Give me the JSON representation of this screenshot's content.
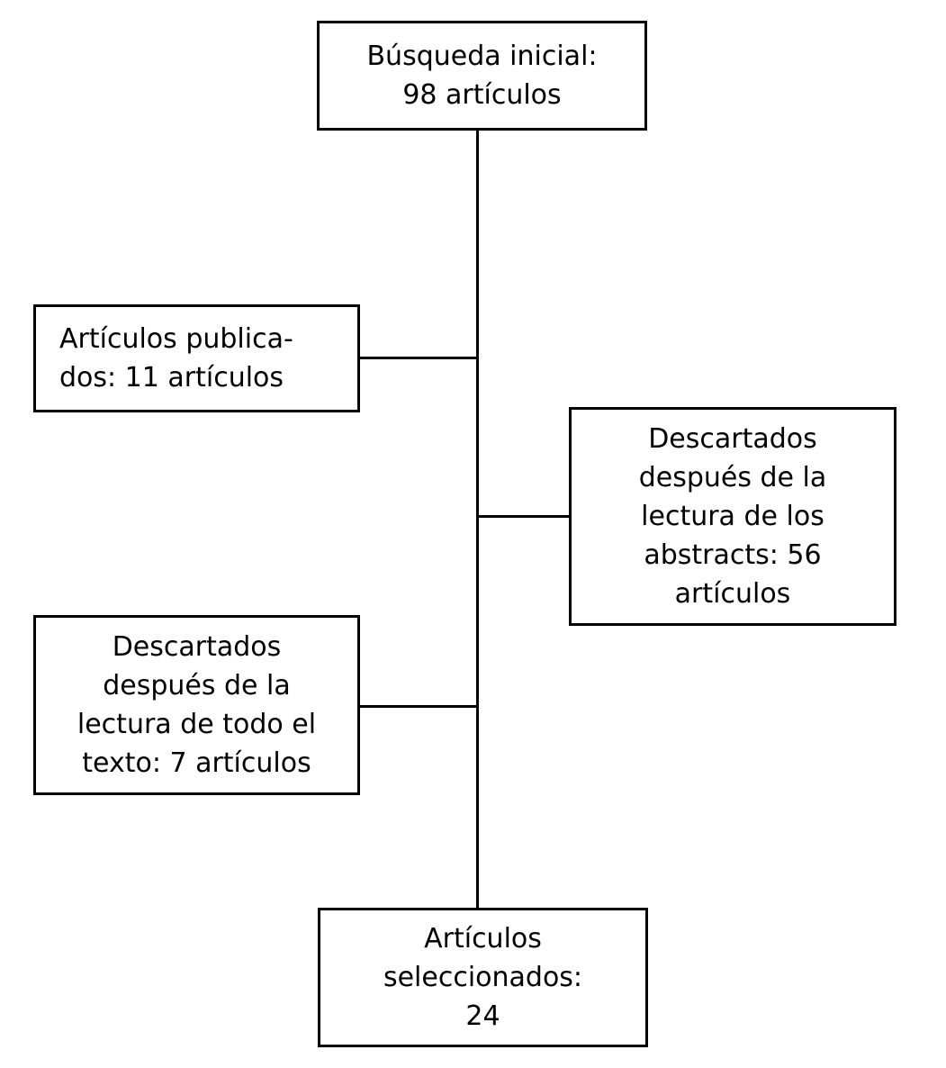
{
  "diagram": {
    "type": "flowchart",
    "language": "es",
    "background_color": "#ffffff",
    "line_color": "#000000",
    "text_color": "#000000",
    "nodes": {
      "initial": {
        "label": "Búsqueda inicial:\n98 artículos",
        "count": 98
      },
      "published": {
        "label": "Artículos publica-\ndos: 11 artículos",
        "count": 11
      },
      "discarded_abstracts": {
        "label": "Descartados\ndespués de la\nlectura de los\nabstracts: 56\nartículos",
        "count": 56
      },
      "discarded_fulltext": {
        "label": "Descartados\ndespués de la\nlectura de todo el\ntexto: 7 artículos",
        "count": 7
      },
      "selected": {
        "label": "Artículos\nseleccionados:\n24",
        "count": 24
      }
    }
  }
}
